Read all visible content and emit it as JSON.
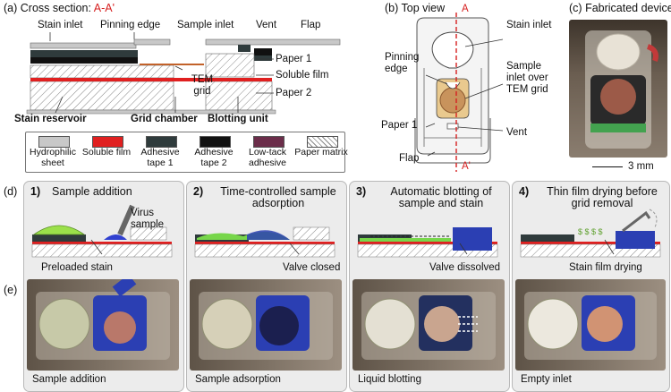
{
  "panel_a": {
    "letter": "(a)",
    "title": "Cross section:",
    "title_sub": "A-A'",
    "labels": {
      "stain_inlet": "Stain inlet",
      "pinning_edge": "Pinning edge",
      "sample_inlet": "Sample inlet",
      "vent": "Vent",
      "flap": "Flap",
      "paper1": "Paper 1",
      "soluble_film": "Soluble film",
      "paper2": "Paper 2",
      "tem_grid": "TEM grid",
      "stain_reservoir": "Stain reservoir",
      "grid_chamber": "Grid chamber",
      "blotting_unit": "Blotting unit"
    }
  },
  "legend": [
    {
      "label": "Hydrophilic sheet",
      "color": "#c8c8c8"
    },
    {
      "label": "Soluble film",
      "color": "#e02020"
    },
    {
      "label": "Adhesive tape 1",
      "color": "#2f3b3c"
    },
    {
      "label": "Adhesive tape 2",
      "color": "#111111"
    },
    {
      "label": "Low-tack adhesive",
      "color": "#6b2d4a"
    },
    {
      "label": "Paper matrix",
      "color": "hatch"
    }
  ],
  "panel_b": {
    "letter": "(b)",
    "title": "Top view",
    "section_a": "A",
    "section_a2": "A'",
    "labels": {
      "stain_inlet": "Stain inlet",
      "pinning_edge": "Pinning edge",
      "sample_inlet": "Sample inlet over TEM grid",
      "paper1": "Paper 1",
      "vent": "Vent",
      "flap": "Flap"
    }
  },
  "panel_c": {
    "letter": "(c)",
    "title": "Fabricated device",
    "scale": "3 mm"
  },
  "panel_d": {
    "letter": "(d)",
    "steps": [
      {
        "num": "1)",
        "title": "Sample addition",
        "labels": [
          "Virus sample",
          "Preloaded stain"
        ]
      },
      {
        "num": "2)",
        "title": "Time-controlled sample adsorption",
        "labels": [
          "Valve closed"
        ]
      },
      {
        "num": "3)",
        "title": "Automatic blotting of sample and stain",
        "labels": [
          "Valve dissolved"
        ]
      },
      {
        "num": "4)",
        "title": "Thin film drying before grid removal",
        "labels": [
          "Stain film drying"
        ]
      }
    ]
  },
  "panel_e": {
    "letter": "(e)",
    "captions": [
      "Sample addition",
      "Sample adsorption",
      "Liquid blotting",
      "Empty inlet"
    ]
  }
}
